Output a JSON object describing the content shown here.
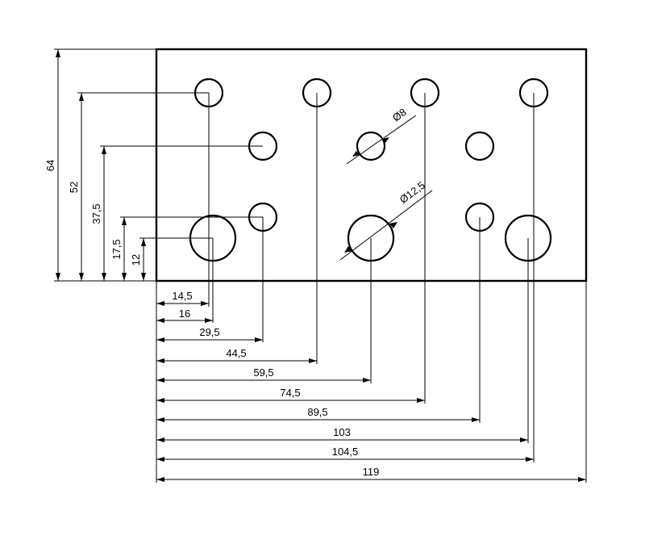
{
  "horizontal_dimensions": [
    "14,5",
    "16",
    "29,5",
    "44,5",
    "59,5",
    "74,5",
    "89,5",
    "103",
    "104,5",
    "119"
  ],
  "vertical_dimensions": [
    "64",
    "52",
    "37,5",
    "17,5",
    "12"
  ],
  "diameter_labels": {
    "small": "Ø8",
    "large": "Ø12,5"
  }
}
